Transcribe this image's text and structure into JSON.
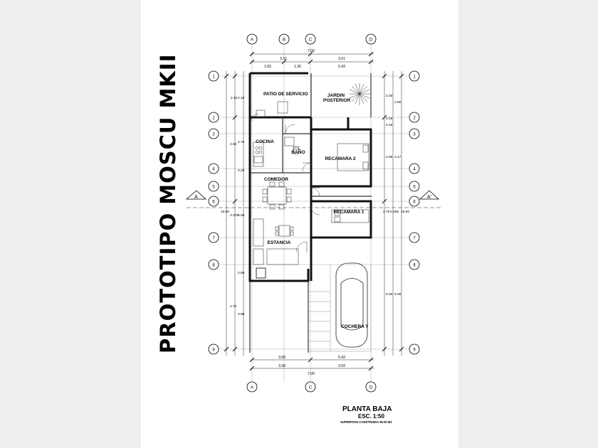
{
  "title": "PROTOTIPO MOSCU MKII",
  "plan": {
    "name": "PLANTA BAJA",
    "scale": "ESC. 1:50",
    "note": "SUPERFICIE CONSTRUIDA 56.00 M2"
  },
  "rooms": {
    "patio": "PATIO DE SERVICIO",
    "jardin": "JARDIN POSTERIOR",
    "cocina": "COCINA",
    "bano": "BAÑO",
    "recamara2": "RECAMARA 2",
    "comedor": "COMEDOR",
    "recamara1": "RECAMARA 1",
    "estancia": "ESTANCIA",
    "cochera": "COCHERA Y"
  },
  "axes": {
    "letters": [
      "A",
      "B",
      "C",
      "D"
    ],
    "numbers": [
      "1",
      "2",
      "3",
      "4",
      "5",
      "6",
      "7",
      "8",
      "9"
    ],
    "section": [
      "A",
      "A'"
    ]
  },
  "dimensions": {
    "top": [
      "7.00",
      "3.31",
      "3.51",
      "1.65",
      "1.36",
      "5.43"
    ],
    "bottom": [
      "3.08",
      "5.43",
      "3.38",
      "3.59",
      "7.00"
    ],
    "left": [
      "2.10",
      "2.10",
      "2.75",
      "0.25",
      "2.50",
      "3.275",
      "5.09",
      "4.70",
      "3.89",
      "0.68",
      "10.00"
    ],
    "right": [
      "2.30",
      "2.80",
      "0.25",
      "0.45",
      "2.95",
      "3.17",
      "2.70",
      "2.465",
      "6.00",
      "6.08",
      "15.00"
    ]
  }
}
